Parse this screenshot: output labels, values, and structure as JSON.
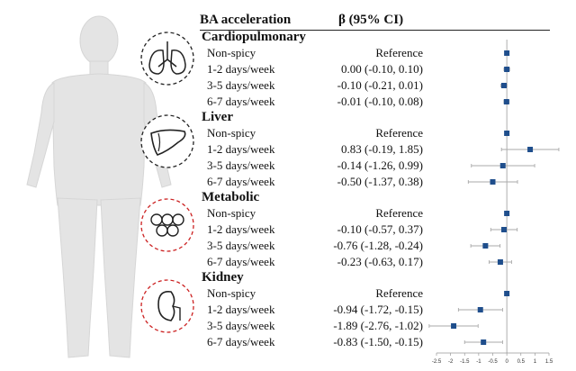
{
  "header": {
    "col1": "BA acceleration",
    "col2": "β (95% CI)"
  },
  "colors": {
    "marker": "#1f4e8c",
    "ci_line": "#aaaaaa",
    "axis": "#999999",
    "body": "#e4e4e4",
    "circle_organ": "#222222",
    "circle_metabolic": "#cc2222"
  },
  "icons": [
    "human-silhouette",
    "lungs-icon",
    "liver-icon",
    "metabolic-cells-icon",
    "kidney-icon"
  ],
  "sections": [
    {
      "title": "Cardiopulmonary",
      "icon": "lungs-icon",
      "rows": [
        {
          "label": "Non-spicy",
          "value": "Reference"
        },
        {
          "label": "1-2 days/week",
          "value": "0.00 (-0.10, 0.10)"
        },
        {
          "label": "3-5 days/week",
          "value": "-0.10 (-0.21, 0.01)"
        },
        {
          "label": "6-7 days/week",
          "value": "-0.01 (-0.10, 0.08)"
        }
      ]
    },
    {
      "title": "Liver",
      "icon": "liver-icon",
      "rows": [
        {
          "label": "Non-spicy",
          "value": "Reference"
        },
        {
          "label": "1-2 days/week",
          "value": "0.83 (-0.19, 1.85)"
        },
        {
          "label": "3-5 days/week",
          "value": "-0.14 (-1.26, 0.99)"
        },
        {
          "label": "6-7 days/week",
          "value": "-0.50 (-1.37, 0.38)"
        }
      ]
    },
    {
      "title": "Metabolic",
      "icon": "metabolic-cells-icon",
      "rows": [
        {
          "label": "Non-spicy",
          "value": "Reference"
        },
        {
          "label": "1-2 days/week",
          "value": "-0.10 (-0.57, 0.37)"
        },
        {
          "label": "3-5 days/week",
          "value": "-0.76 (-1.28, -0.24)"
        },
        {
          "label": "6-7 days/week",
          "value": "-0.23 (-0.63, 0.17)"
        }
      ]
    },
    {
      "title": "Kidney",
      "icon": "kidney-icon",
      "rows": [
        {
          "label": "Non-spicy",
          "value": "Reference"
        },
        {
          "label": "1-2 days/week",
          "value": "-0.94 (-1.72, -0.15)"
        },
        {
          "label": "3-5 days/week",
          "value": "-1.89 (-2.76, -1.02)"
        },
        {
          "label": "6-7 days/week",
          "value": "-0.83 (-1.50, -0.15)"
        }
      ]
    }
  ],
  "chart_data": {
    "type": "scatter",
    "xlim": [
      -2.5,
      1.5
    ],
    "x_ticks": [
      "-2.5",
      "-2",
      "-1.5",
      "-1",
      "-0.5",
      "0",
      "0.5",
      "1",
      "1.5"
    ],
    "reference_line": 0,
    "series": [
      {
        "name": "Cardiopulmonary",
        "categories": [
          "Non-spicy",
          "1-2 days/week",
          "3-5 days/week",
          "6-7 days/week"
        ],
        "estimate": [
          0,
          0.0,
          -0.1,
          -0.01
        ],
        "lower": [
          null,
          -0.1,
          -0.21,
          -0.1
        ],
        "upper": [
          null,
          0.1,
          0.01,
          0.08
        ]
      },
      {
        "name": "Liver",
        "categories": [
          "Non-spicy",
          "1-2 days/week",
          "3-5 days/week",
          "6-7 days/week"
        ],
        "estimate": [
          0,
          0.83,
          -0.14,
          -0.5
        ],
        "lower": [
          null,
          -0.19,
          -1.26,
          -1.37
        ],
        "upper": [
          null,
          1.85,
          0.99,
          0.38
        ]
      },
      {
        "name": "Metabolic",
        "categories": [
          "Non-spicy",
          "1-2 days/week",
          "3-5 days/week",
          "6-7 days/week"
        ],
        "estimate": [
          0,
          -0.1,
          -0.76,
          -0.23
        ],
        "lower": [
          null,
          -0.57,
          -1.28,
          -0.63
        ],
        "upper": [
          null,
          0.37,
          -0.24,
          0.17
        ]
      },
      {
        "name": "Kidney",
        "categories": [
          "Non-spicy",
          "1-2 days/week",
          "3-5 days/week",
          "6-7 days/week"
        ],
        "estimate": [
          0,
          -0.94,
          -1.89,
          -0.83
        ],
        "lower": [
          null,
          -1.72,
          -2.76,
          -1.5
        ],
        "upper": [
          null,
          -0.15,
          -1.02,
          -0.15
        ]
      }
    ]
  }
}
